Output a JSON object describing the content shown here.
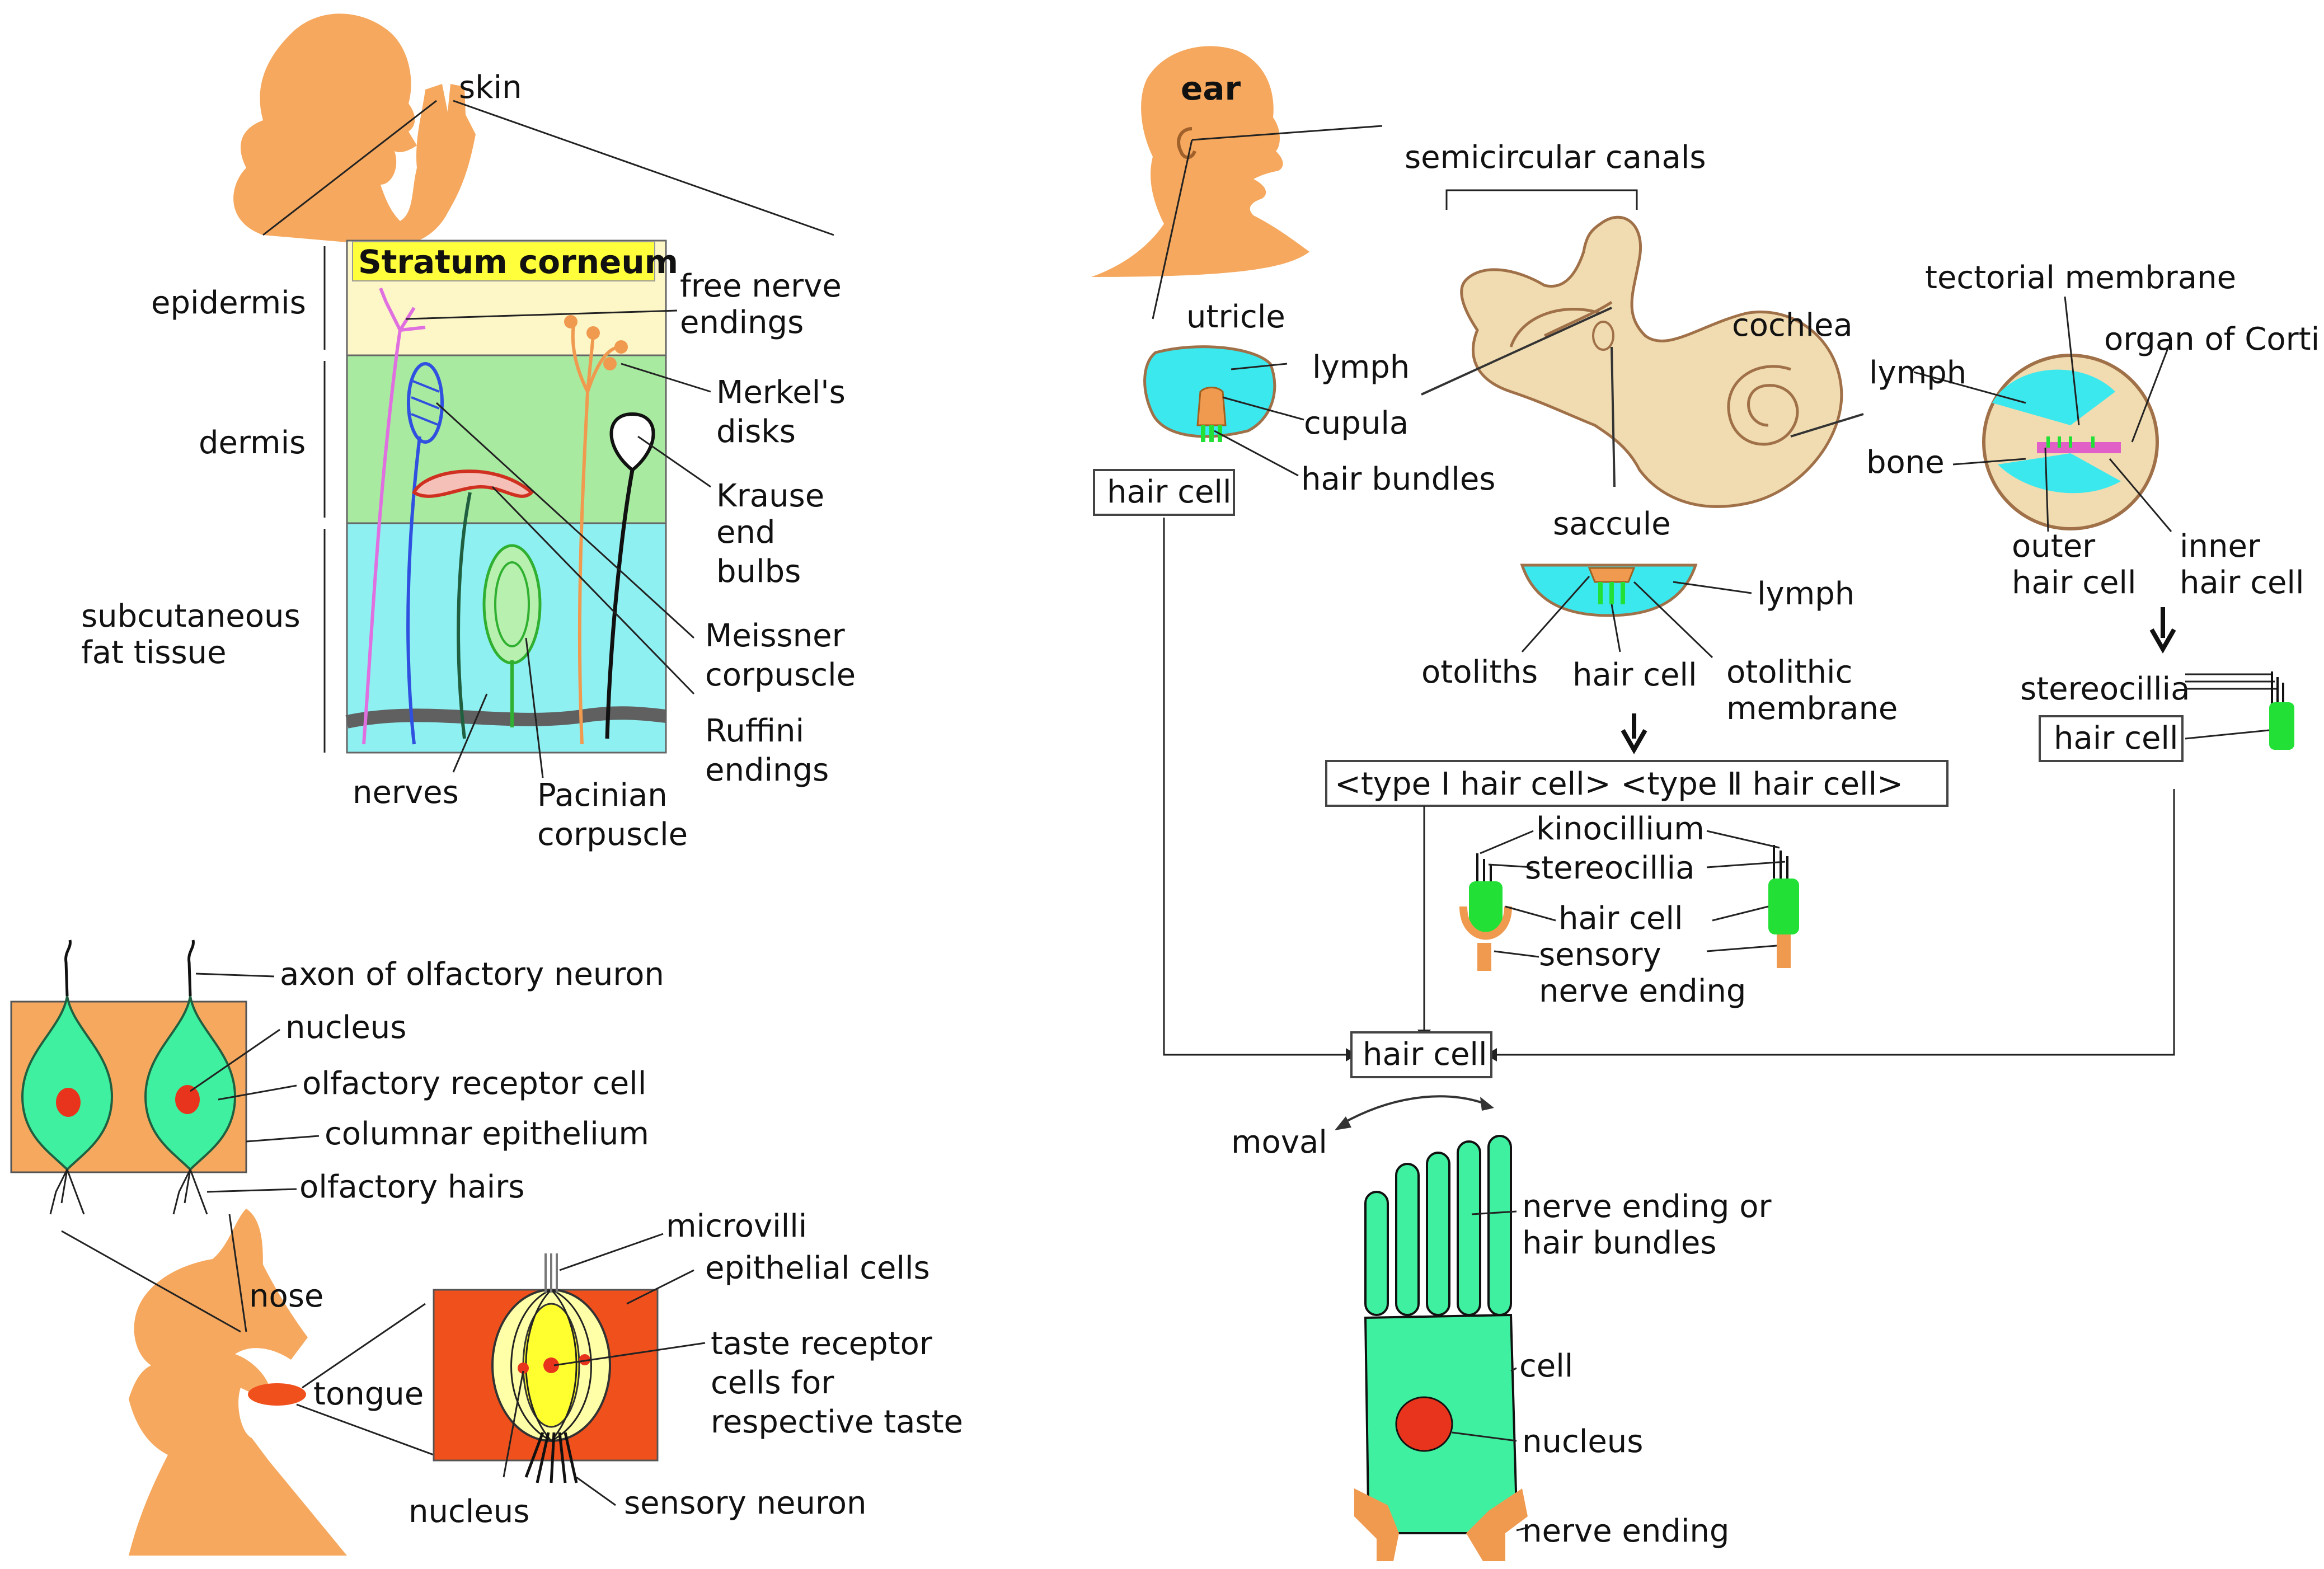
{
  "skin": {
    "skin": "skin",
    "stratum_corneum": "Stratum corneum",
    "epidermis": "epidermis",
    "dermis": "dermis",
    "subcutaneous_1": "subcutaneous",
    "subcutaneous_2": "fat tissue",
    "free_nerve_1": "free nerve",
    "free_nerve_2": "endings",
    "merkel_1": "Merkel's",
    "merkel_2": "disks",
    "krause_1": "Krause",
    "krause_2": "end",
    "krause_3": "bulbs",
    "meissner_1": "Meissner",
    "meissner_2": "corpuscle",
    "ruffini_1": "Ruffini",
    "ruffini_2": "endings",
    "nerves": "nerves",
    "pacinian_1": "Pacinian",
    "pacinian_2": "corpuscle"
  },
  "smell": {
    "axon": "axon of olfactory neuron",
    "nucleus": "nucleus",
    "receptor": "olfactory receptor cell",
    "columnar": "columnar epithelium",
    "hairs": "olfactory hairs",
    "nose": "nose"
  },
  "taste": {
    "tongue": "tongue",
    "microvilli": "microvilli",
    "epithelial": "epithelial cells",
    "taste_1": "taste receptor",
    "taste_2": "cells for",
    "taste_3": "respective taste",
    "nucleus": "nucleus",
    "sensory_neuron": "sensory neuron"
  },
  "ear": {
    "ear": "ear",
    "semicircular": "semicircular canals",
    "utricle": "utricle",
    "lymph_u": "lymph",
    "cupula": "cupula",
    "hair_bundles": "hair bundles",
    "hair_cell_box1": "hair cell",
    "cochlea": "cochlea",
    "tectorial": "tectorial membrane",
    "lymph_c": "lymph",
    "organ_corti": "organ of Corti",
    "bone": "bone",
    "outer_1": "outer",
    "outer_2": "hair cell",
    "inner_1": "inner",
    "inner_2": "hair cell",
    "stereocillia_r": "stereocillia",
    "hair_cell_box2": "hair cell",
    "saccule": "saccule",
    "lymph_s": "lymph",
    "otoliths": "otoliths",
    "hair_cell_s": "hair cell",
    "otolithic_1": "otolithic",
    "otolithic_2": "membrane",
    "type_box": "<type Ⅰ hair cell> <type Ⅱ hair cell>",
    "kinocillium": "kinocillium",
    "stereocillia_m": "stereocillia",
    "hair_cell_m": "hair cell",
    "sensory_1": "sensory",
    "sensory_2": "nerve ending",
    "hair_cell_center": "hair cell",
    "moval": "moval",
    "nerve_or_1": "nerve ending or",
    "nerve_or_2": "hair bundles",
    "cell": "cell",
    "nucleus": "nucleus",
    "nerve_ending": "nerve ending"
  },
  "colors": {
    "skin_orange": "#f5a85e",
    "epidermis_yellow": "#fdf7c8",
    "dermis_green": "#a8eaa0",
    "fat_cyan": "#8ff0f2",
    "cell_green": "#3ef0a0",
    "nucleus_red": "#e8341c",
    "tongue_red": "#f0501c",
    "bright_green": "#22e036"
  }
}
